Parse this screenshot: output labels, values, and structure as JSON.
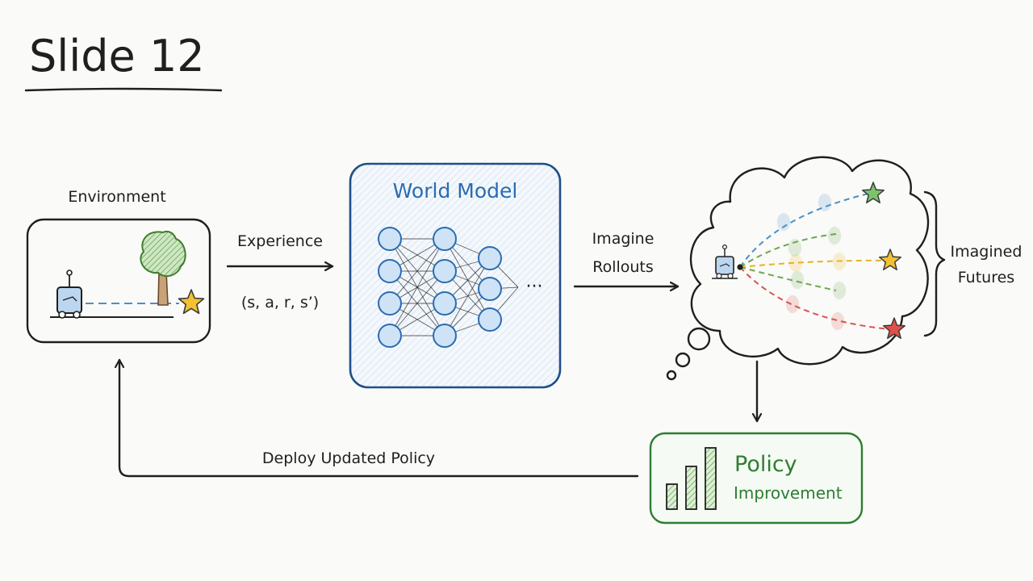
{
  "slide": {
    "title": "Slide 12"
  },
  "environment": {
    "label": "Environment"
  },
  "experience": {
    "label": "Experience",
    "tuple": "(s, a, r, s’)"
  },
  "world_model": {
    "label": "World Model",
    "ellipsis": "···"
  },
  "imagine": {
    "line1": "Imagine",
    "line2": "Rollouts"
  },
  "futures": {
    "line1": "Imagined",
    "line2": "Futures"
  },
  "policy": {
    "line1": "Policy",
    "line2": "Improvement"
  },
  "deploy": {
    "label": "Deploy Updated Policy"
  },
  "colors": {
    "world_model": "#2b6cb0",
    "policy": "#2e7d32",
    "rollout_blue": "#4a90c8",
    "rollout_green": "#6aa84f",
    "rollout_yellow": "#e6b422",
    "rollout_red": "#d9534f"
  },
  "icons": [
    "robot-icon",
    "tree-icon",
    "star-icon",
    "neural-network-icon",
    "thought-cloud-icon",
    "bar-chart-icon"
  ]
}
